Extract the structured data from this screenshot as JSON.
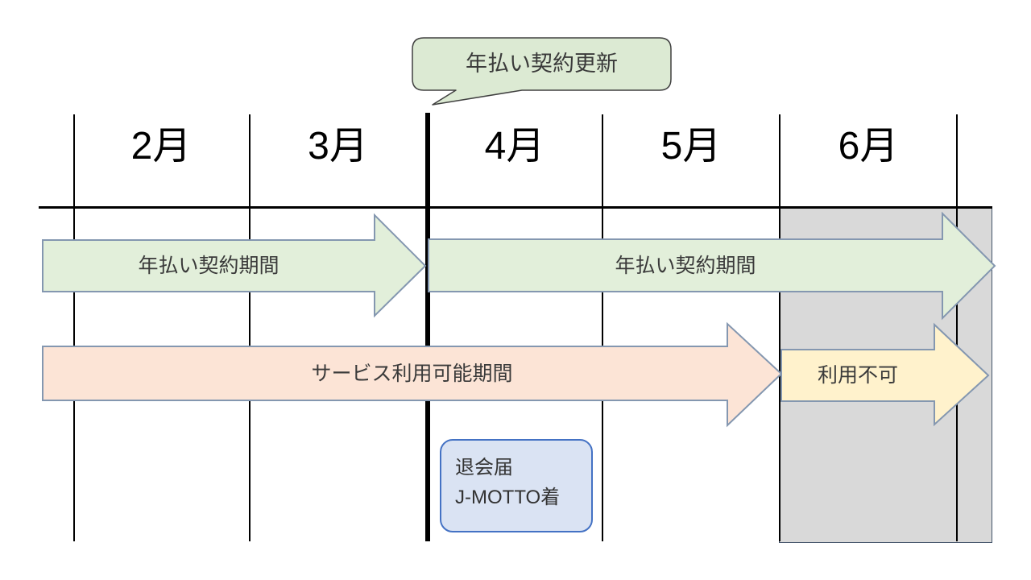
{
  "callout": {
    "label": "年払い契約更新"
  },
  "months": [
    "2月",
    "3月",
    "4月",
    "5月",
    "6月"
  ],
  "arrows": {
    "contract_first": {
      "label": "年払い契約期間"
    },
    "contract_renewed": {
      "label": "年払い契約期間"
    },
    "service_available": {
      "label": "サービス利用可能期間"
    },
    "service_unavailable": {
      "label": "利用不可"
    }
  },
  "note": {
    "line1": "退会届",
    "line2": "J-MOTTO着"
  },
  "colors": {
    "contract_arrow_fill": "#e2efda",
    "service_arrow_fill": "#fce4d6",
    "unavailable_arrow_fill": "#fff2cc",
    "arrow_stroke": "#8497b0",
    "callout_fill": "#dcead3",
    "callout_stroke": "#404040",
    "note_fill": "#dae3f3",
    "note_stroke": "#4472c4",
    "disabled_region_fill": "#d9d9d9",
    "disabled_region_stroke": "#44546a",
    "grid_line": "#000000"
  }
}
